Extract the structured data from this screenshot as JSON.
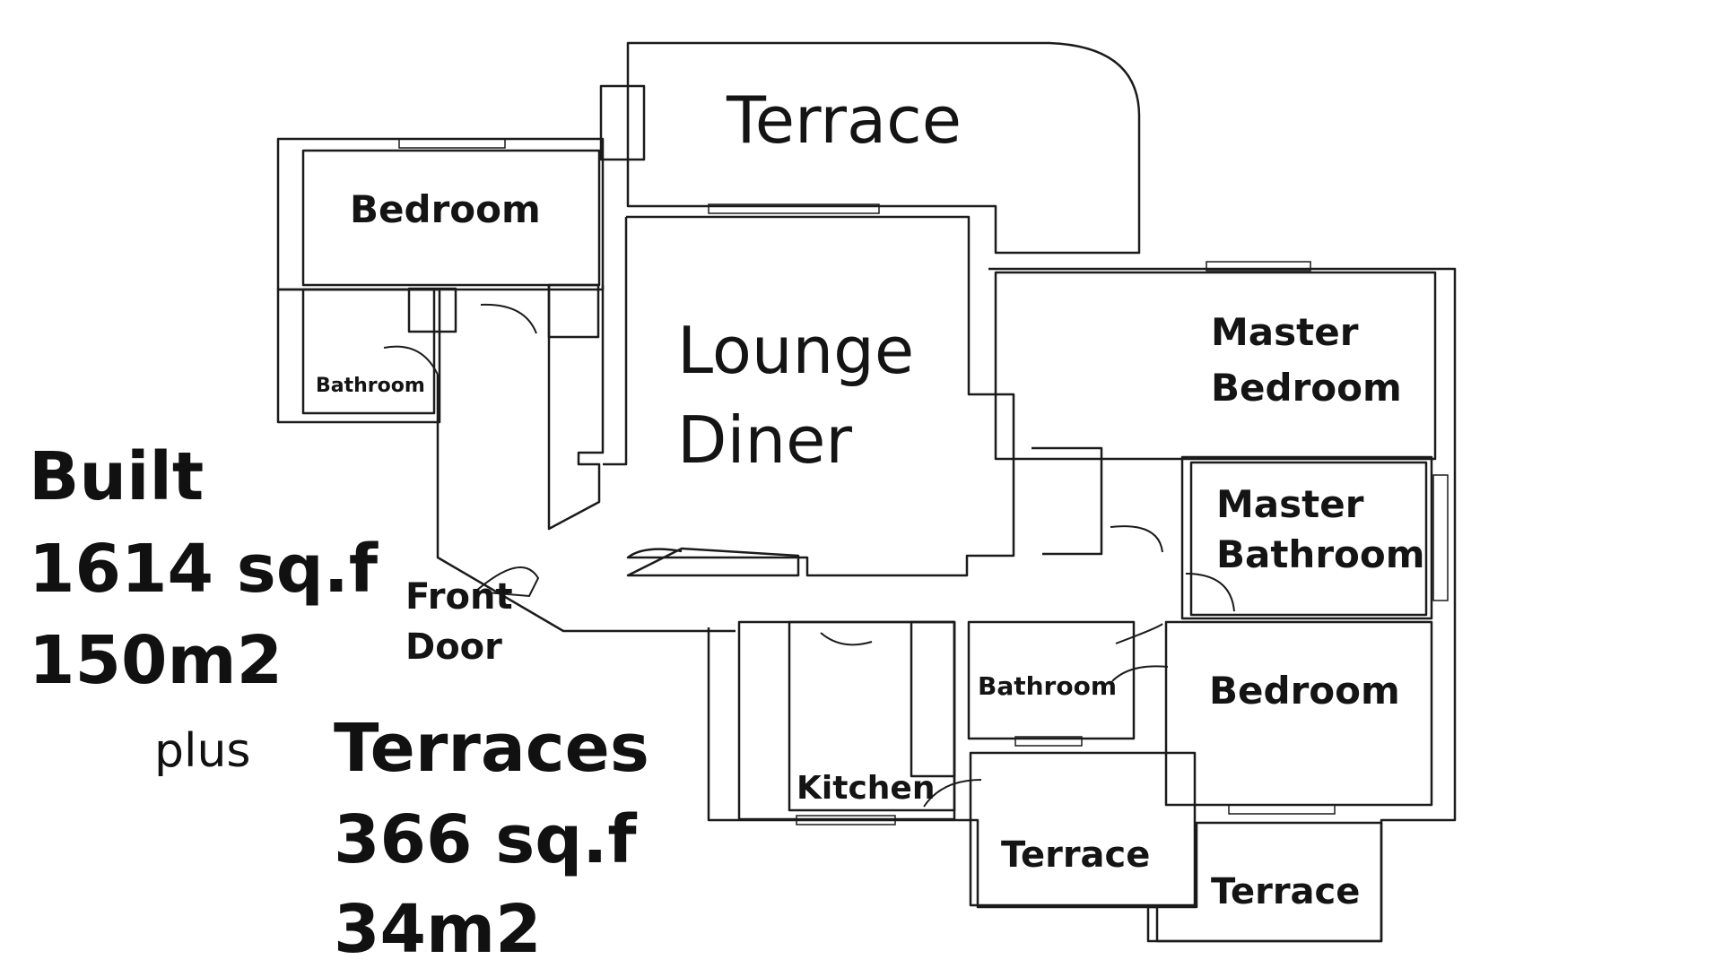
{
  "rooms": {
    "terrace_top": "Terrace",
    "bedroom_left": "Bedroom",
    "bathroom_left": "Bathroom",
    "lounge_line1": "Lounge",
    "lounge_line2": "Diner",
    "master_bedroom_line1": "Master",
    "master_bedroom_line2": "Bedroom",
    "master_bathroom_line1": "Master",
    "master_bathroom_line2": "Bathroom",
    "front_door_line1": "Front",
    "front_door_line2": "Door",
    "bathroom_center": "Bathroom",
    "bedroom_right": "Bedroom",
    "kitchen": "Kitchen",
    "terrace_bottom_left": "Terrace",
    "terrace_bottom_right": "Terrace"
  },
  "stats": {
    "built_label": "Built",
    "built_sqf": "1614 sq.f",
    "built_m2": "150m2",
    "plus_label": "plus",
    "terraces_label": "Terraces",
    "terraces_sqf": "366 sq.f",
    "terraces_m2": "34m2"
  }
}
